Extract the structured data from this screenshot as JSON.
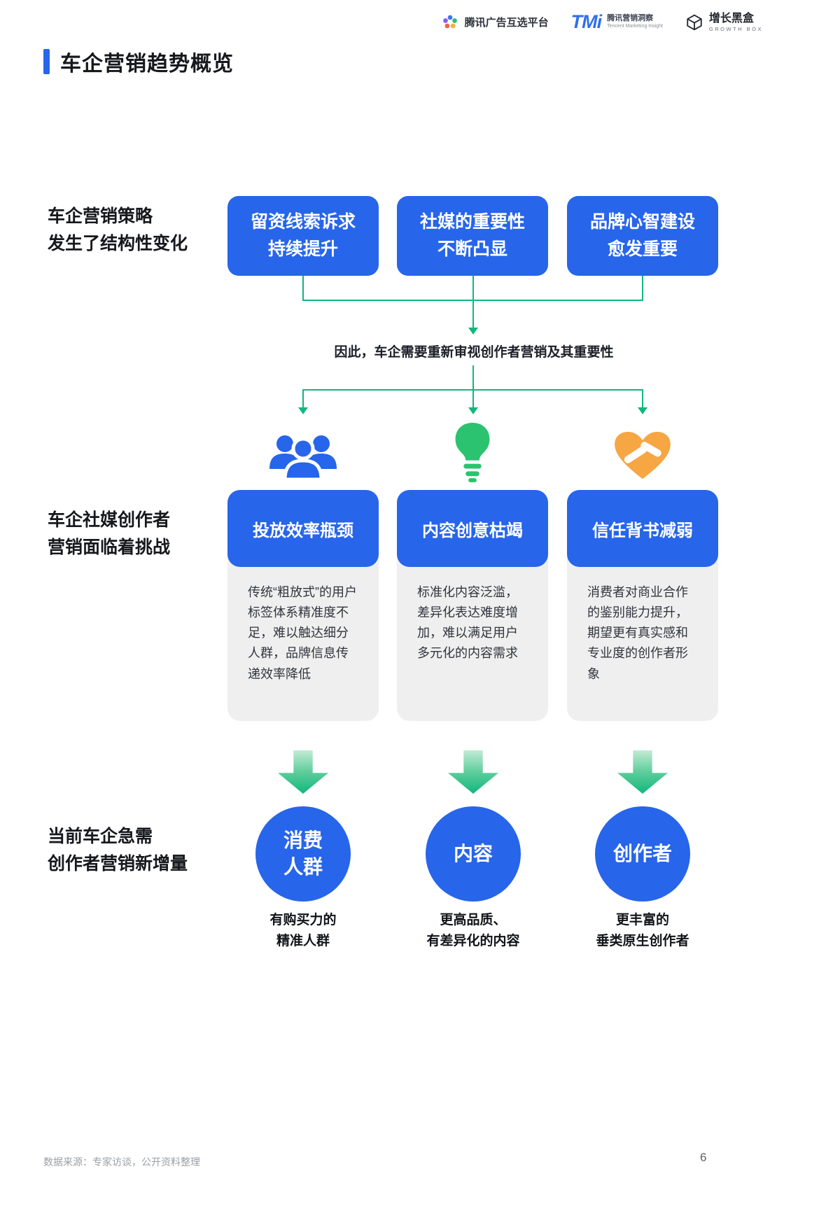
{
  "page": {
    "title": "车企营销趋势概览",
    "page_number": "6",
    "source_note": "数据来源：专家访谈，公开资料整理"
  },
  "header": {
    "logos": [
      {
        "text": "腾讯广告互选平台"
      },
      {
        "text": "TMi",
        "sub1": "腾讯营销洞察",
        "sub2": "Tencent Marketing Insight"
      },
      {
        "text": "增长黑盒",
        "sub": "GROWTH BOX"
      }
    ]
  },
  "section_strategy": {
    "label": "车企营销策略\n发生了结构性变化",
    "boxes": [
      "留资线索诉求\n持续提升",
      "社媒的重要性\n不断凸显",
      "品牌心智建设\n愈发重要"
    ],
    "conclusion": "因此，车企需要重新审视创作者营销及其重要性"
  },
  "section_challenges": {
    "label": "车企社媒创作者\n营销面临着挑战",
    "cards": [
      {
        "icon": "people-group",
        "title": "投放效率瓶颈",
        "body": "传统“粗放式”的用户标签体系精准度不足，难以触达细分人群，品牌信息传递效率降低"
      },
      {
        "icon": "lightbulb",
        "title": "内容创意枯竭",
        "body": "标准化内容泛滥，差异化表达难度增加，难以满足用户多元化的内容需求"
      },
      {
        "icon": "heart-handshake",
        "title": "信任背书减弱",
        "body": "消费者对商业合作的鉴别能力提升，期望更有真实感和专业度的创作者形象"
      }
    ]
  },
  "section_needs": {
    "label": "当前车企急需\n创作者营销新增量",
    "items": [
      {
        "circle": "消费\n人群",
        "caption": "有购买力的\n精准人群"
      },
      {
        "circle": "内容",
        "caption": "更高品质、\n有差异化的内容"
      },
      {
        "circle": "创作者",
        "caption": "更丰富的\n垂类原生创作者"
      }
    ]
  },
  "colors": {
    "primary_blue": "#2765EA",
    "line_green": "#10B87C",
    "bulb_green": "#2BC36F",
    "heart_orange": "#F6A743",
    "card_gray": "#EFEFEF"
  }
}
